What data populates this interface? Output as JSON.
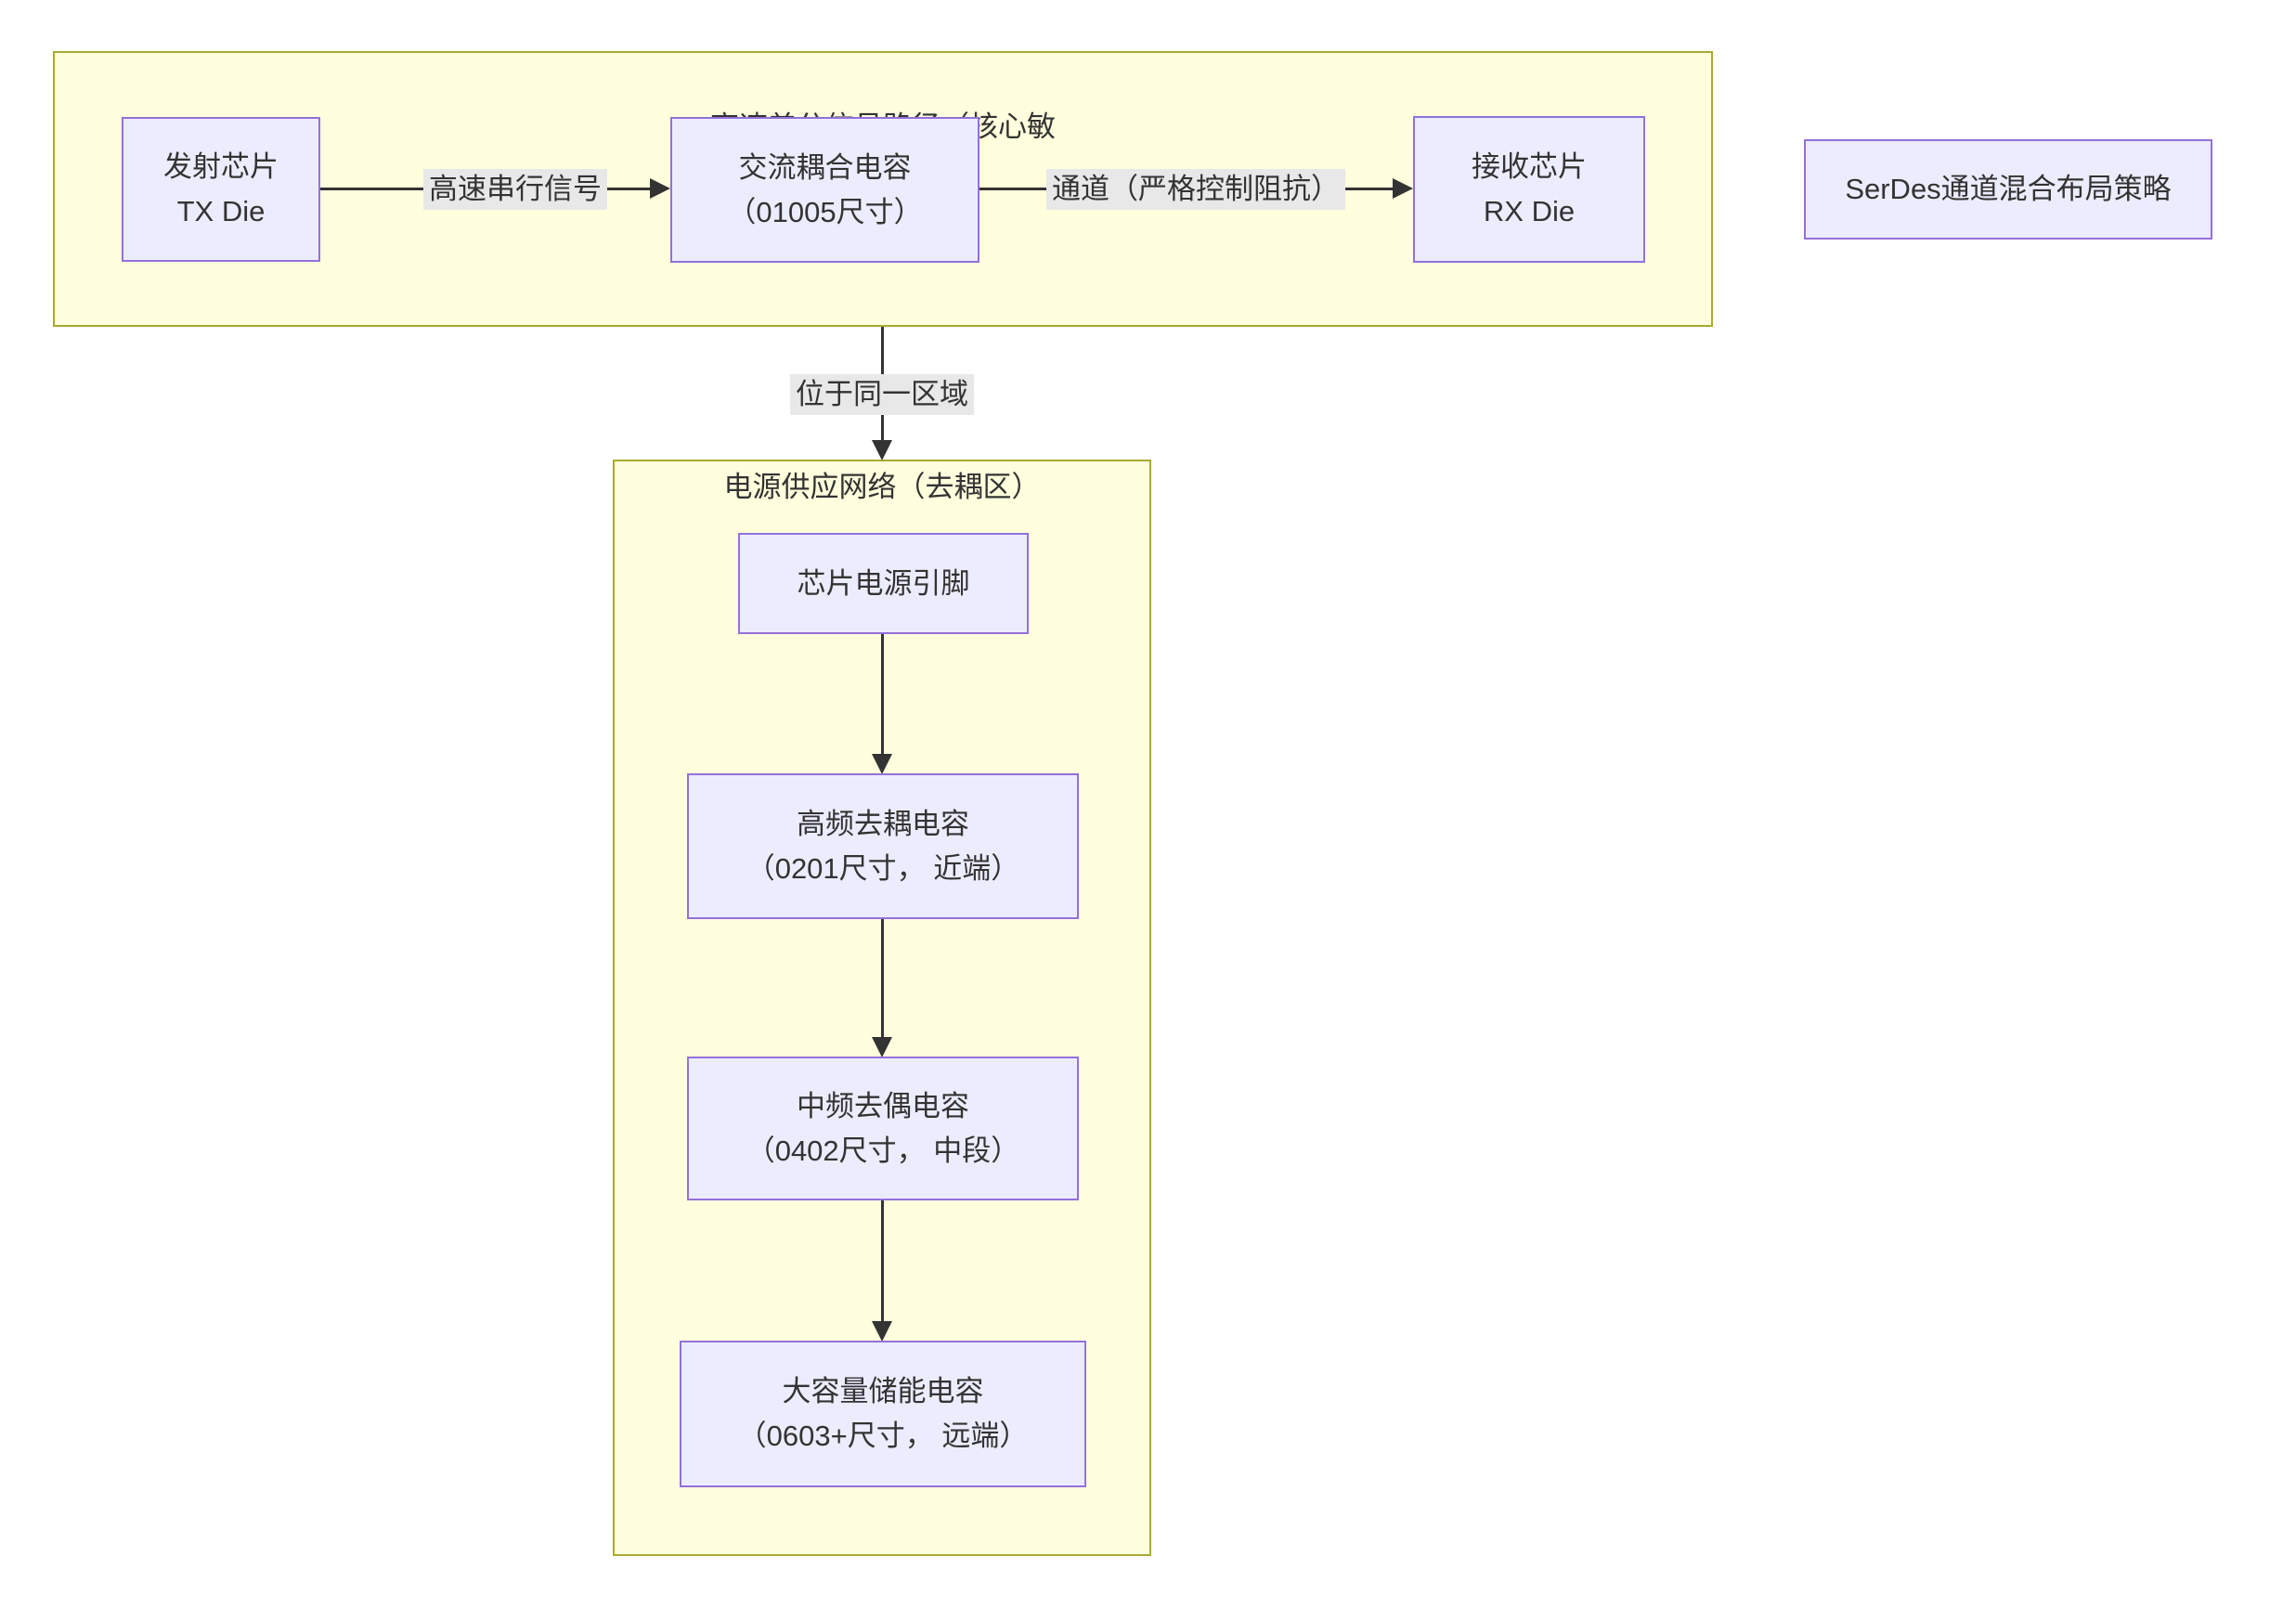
{
  "diagram": {
    "top_cluster": {
      "title": "高速差分信号路径（核心敏感区）",
      "nodes": {
        "tx": {
          "line1": "发射芯片",
          "line2": "TX Die"
        },
        "coupling_cap": {
          "line1": "交流耦合电容",
          "line2": "（01005尺寸）"
        },
        "rx": {
          "line1": "接收芯片",
          "line2": "RX Die"
        }
      },
      "edges": {
        "tx_to_cap": "高速串行信号",
        "cap_to_rx": "通道（严格控制阻抗）"
      }
    },
    "strategy_node": {
      "label": "SerDes通道混合布局策略"
    },
    "link_label": "位于同一区域",
    "bottom_cluster": {
      "title": "电源供应网络（去耦区）",
      "nodes": {
        "power_pin": {
          "line1": "芯片电源引脚"
        },
        "hf_cap": {
          "line1": "高频去耦电容",
          "line2": "（0201尺寸， 近端）"
        },
        "mf_cap": {
          "line1": "中频去偶电容",
          "line2": "（0402尺寸， 中段）"
        },
        "bulk_cap": {
          "line1": "大容量储能电容",
          "line2": "（0603+尺寸， 远端）"
        }
      }
    },
    "colors": {
      "node_fill": "#ECECFF",
      "node_border": "#9370DB",
      "cluster_fill": "#FFFFDE",
      "cluster_border": "#AAAA33",
      "edge_label_bg": "#E8E8E8",
      "edge_color": "#333333",
      "text_color": "#333333"
    }
  }
}
